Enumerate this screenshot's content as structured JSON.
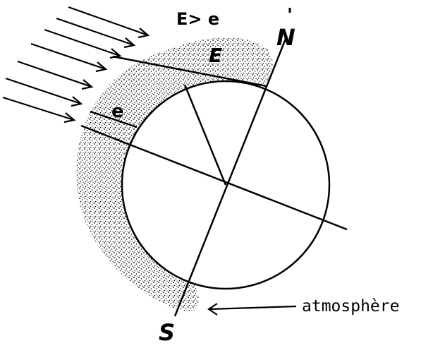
{
  "labels": {
    "comparison": "E> e",
    "north": "N",
    "north_prime": "'",
    "path_long": "E",
    "path_short": "e",
    "south": "S",
    "atmosphere": "atmosphère"
  },
  "colors": {
    "ink": "#000000",
    "paper": "#ffffff"
  }
}
